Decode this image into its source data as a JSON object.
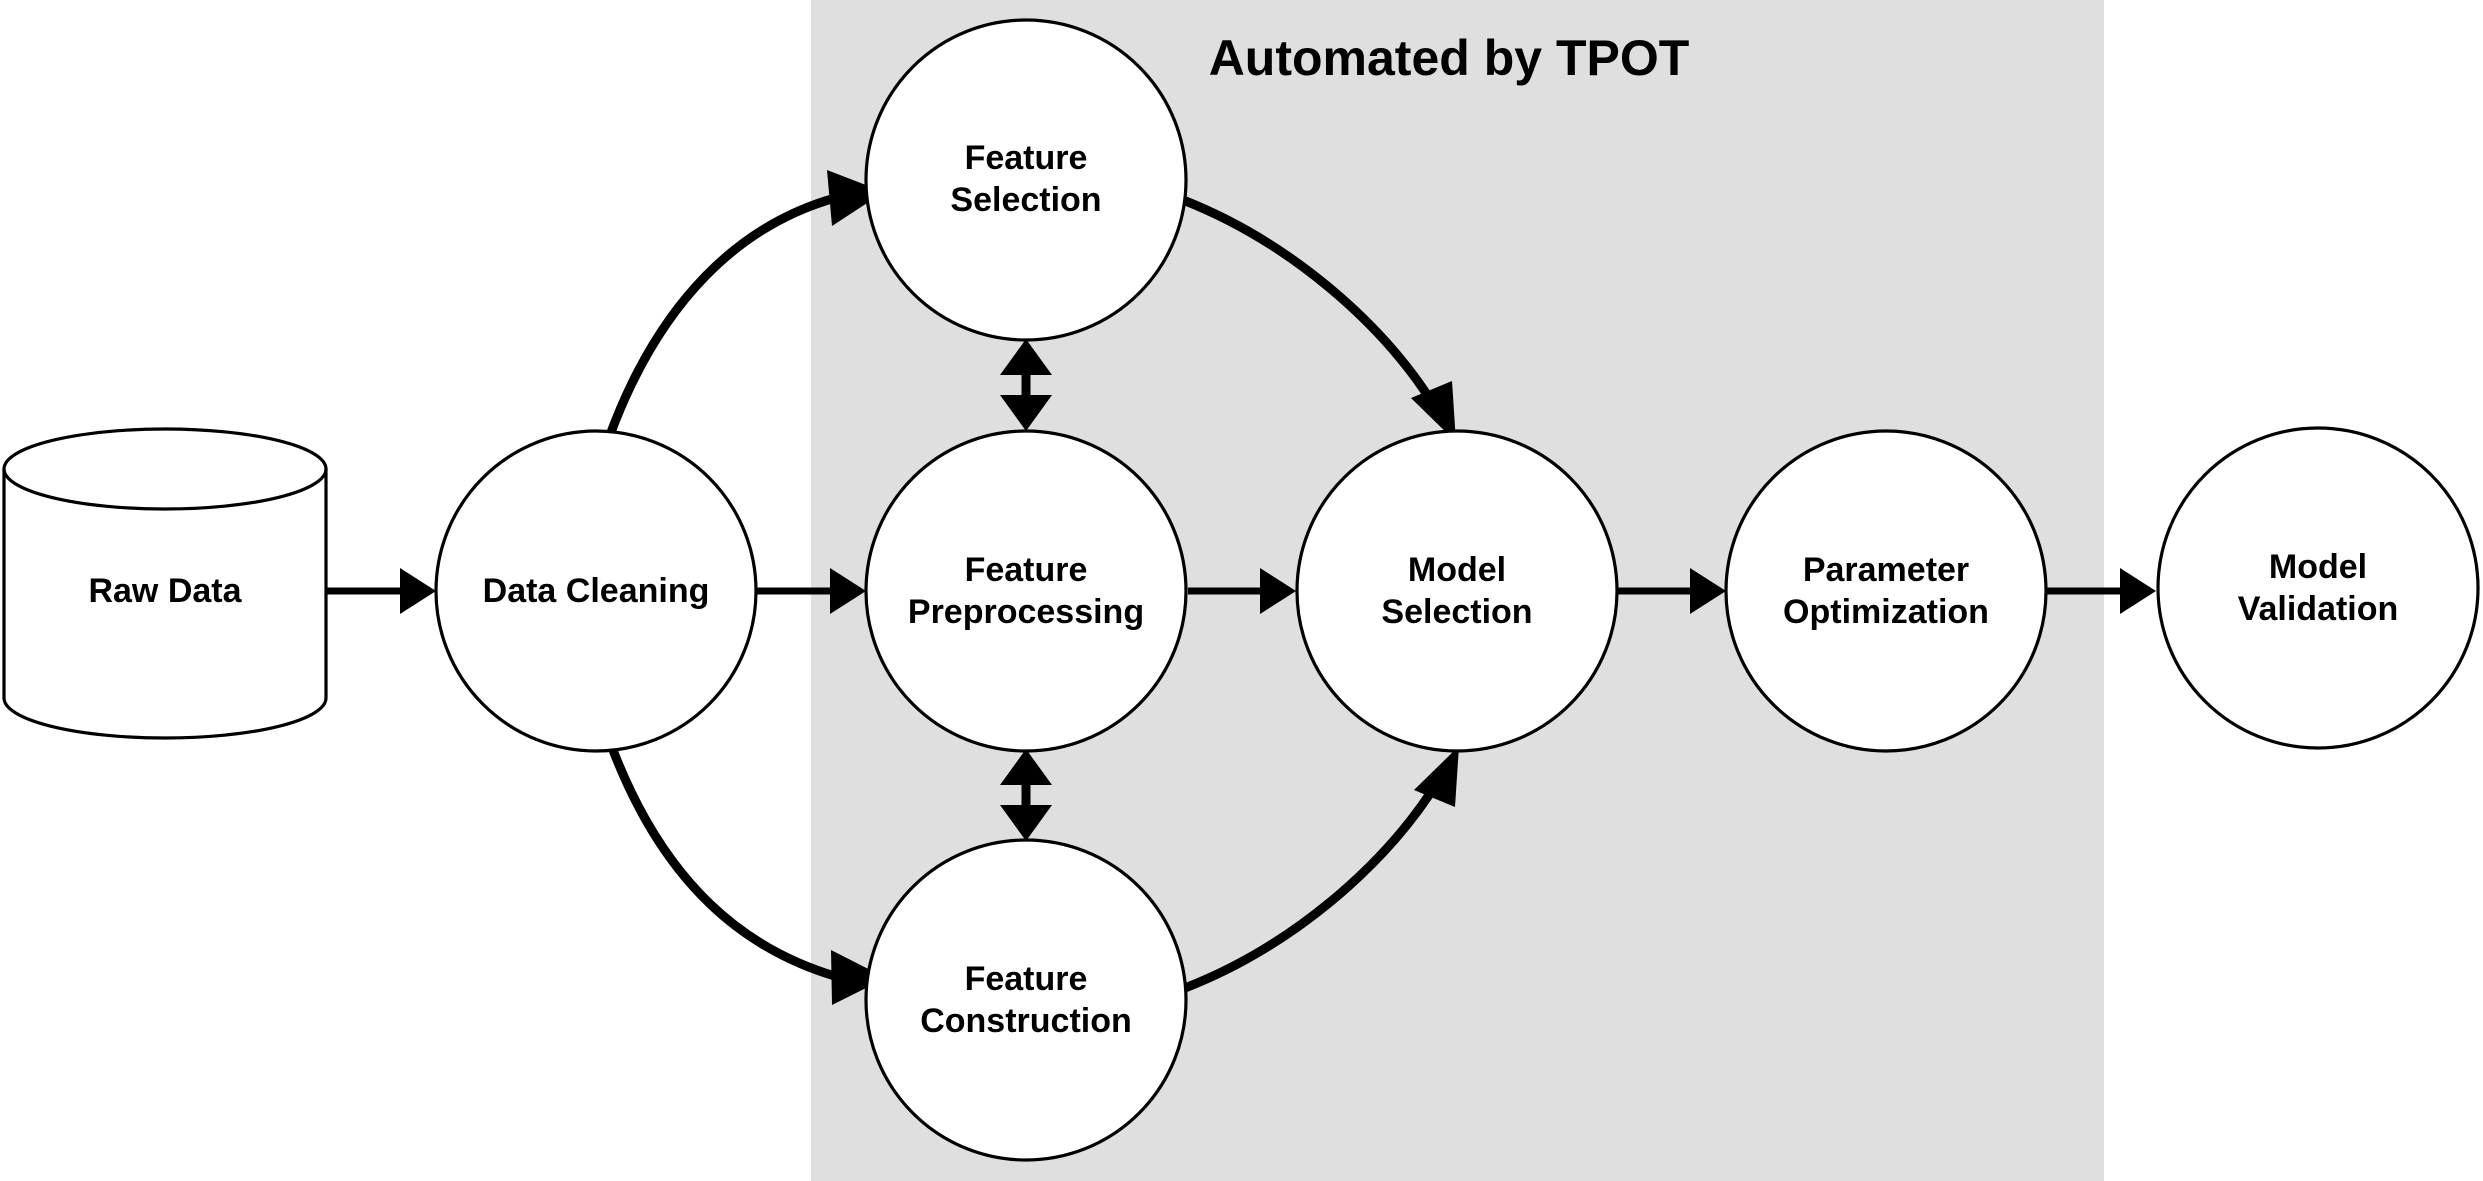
{
  "diagram": {
    "title": "Automated by TPOT",
    "background_color": "#ffffff",
    "region_color": "#dfdfdf",
    "stroke_color": "#000000",
    "nodes": [
      {
        "id": "raw-data",
        "label": "Raw Data",
        "shape": "cylinder"
      },
      {
        "id": "data-cleaning",
        "label": "Data Cleaning",
        "shape": "circle"
      },
      {
        "id": "feature-selection",
        "label_line1": "Feature",
        "label_line2": "Selection",
        "shape": "circle"
      },
      {
        "id": "feature-preprocessing",
        "label_line1": "Feature",
        "label_line2": "Preprocessing",
        "shape": "circle"
      },
      {
        "id": "feature-construction",
        "label_line1": "Feature",
        "label_line2": "Construction",
        "shape": "circle"
      },
      {
        "id": "model-selection",
        "label_line1": "Model",
        "label_line2": "Selection",
        "shape": "circle"
      },
      {
        "id": "parameter-optimization",
        "label_line1": "Parameter",
        "label_line2": "Optimization",
        "shape": "circle"
      },
      {
        "id": "model-validation",
        "label_line1": "Model",
        "label_line2": "Validation",
        "shape": "circle"
      }
    ],
    "edges": [
      {
        "from": "raw-data",
        "to": "data-cleaning",
        "style": "straight",
        "direction": "one-way"
      },
      {
        "from": "data-cleaning",
        "to": "feature-selection",
        "style": "curved",
        "direction": "one-way"
      },
      {
        "from": "data-cleaning",
        "to": "feature-preprocessing",
        "style": "straight",
        "direction": "one-way"
      },
      {
        "from": "data-cleaning",
        "to": "feature-construction",
        "style": "curved",
        "direction": "one-way"
      },
      {
        "from": "feature-selection",
        "to": "feature-preprocessing",
        "style": "straight",
        "direction": "two-way"
      },
      {
        "from": "feature-preprocessing",
        "to": "feature-construction",
        "style": "straight",
        "direction": "two-way"
      },
      {
        "from": "feature-selection",
        "to": "model-selection",
        "style": "curved",
        "direction": "one-way"
      },
      {
        "from": "feature-preprocessing",
        "to": "model-selection",
        "style": "straight",
        "direction": "one-way"
      },
      {
        "from": "feature-construction",
        "to": "model-selection",
        "style": "curved",
        "direction": "one-way"
      },
      {
        "from": "model-selection",
        "to": "parameter-optimization",
        "style": "straight",
        "direction": "one-way"
      },
      {
        "from": "parameter-optimization",
        "to": "model-validation",
        "style": "straight",
        "direction": "one-way"
      }
    ]
  }
}
